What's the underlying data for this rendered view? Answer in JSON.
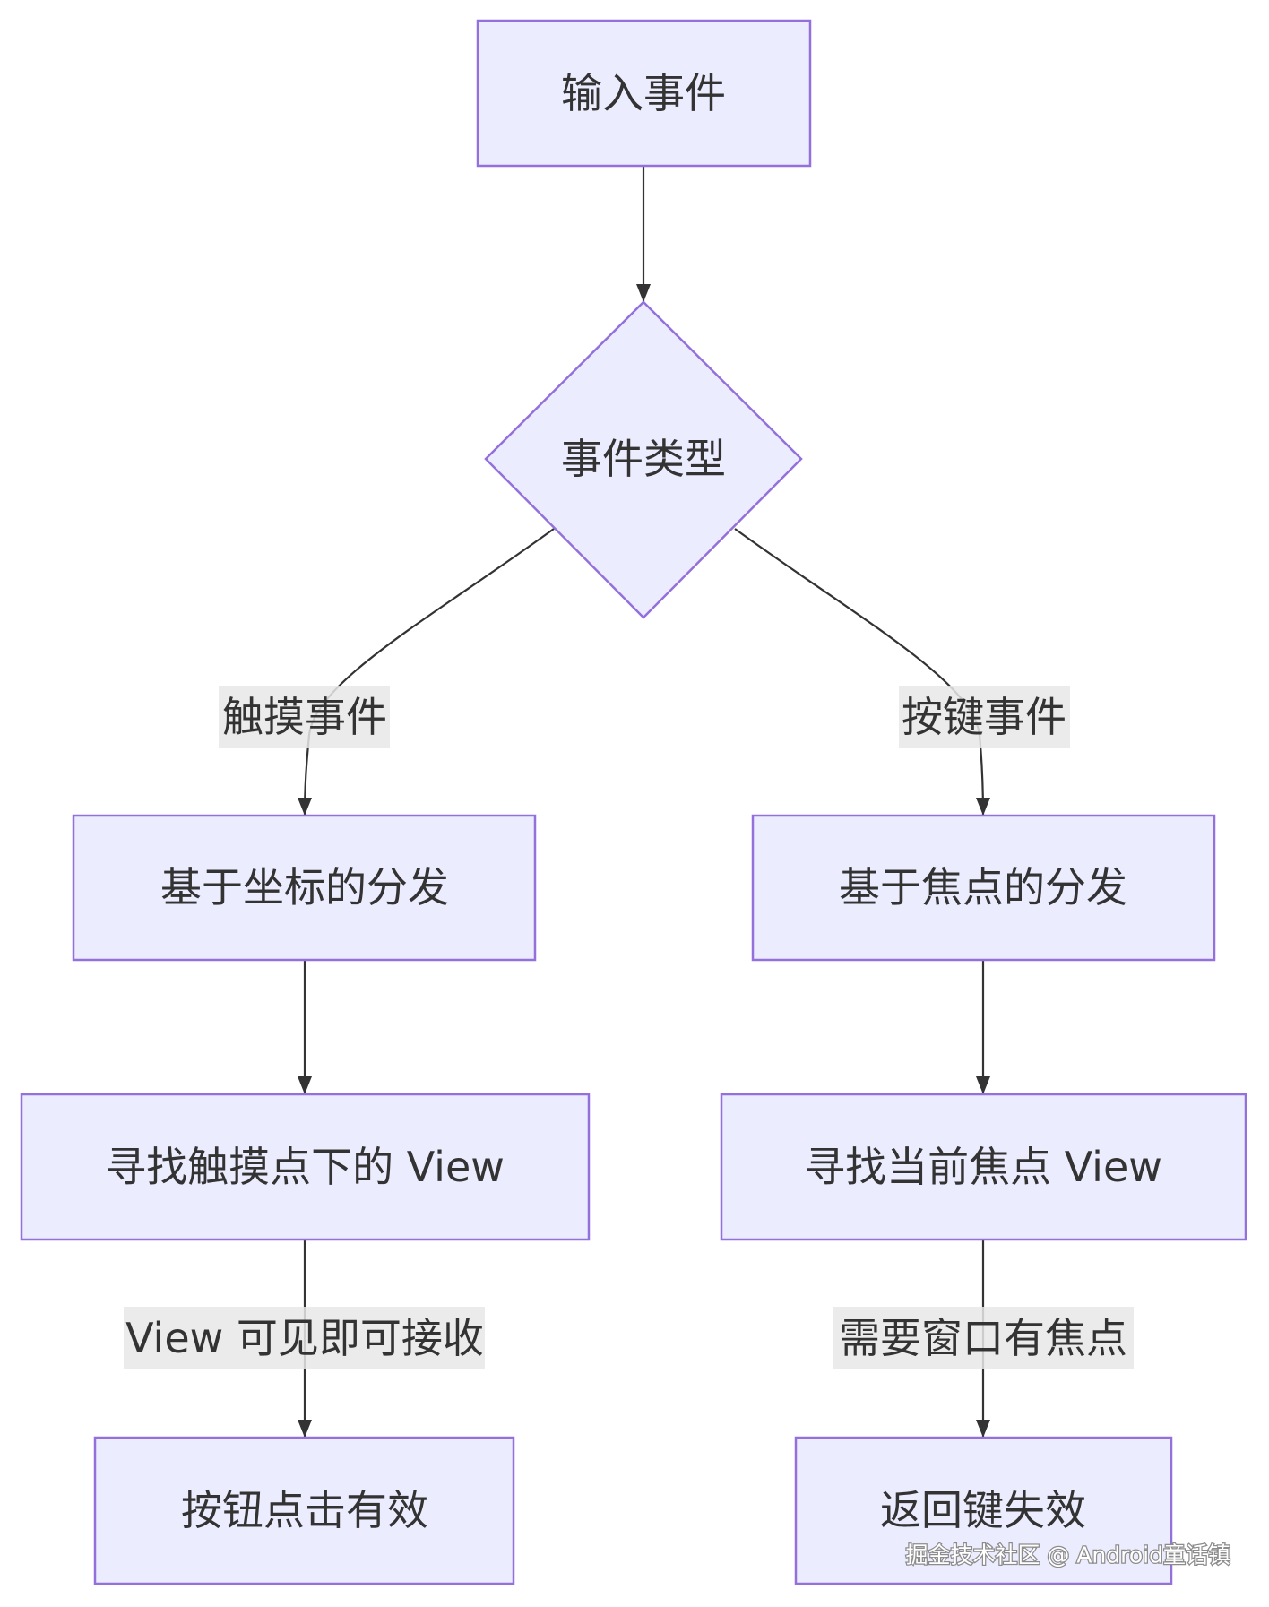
{
  "nodes": {
    "input_event": "输入事件",
    "event_type": "事件类型",
    "coordinate_dispatch": "基于坐标的分发",
    "focus_dispatch": "基于焦点的分发",
    "find_touch_view": "寻找触摸点下的 View",
    "find_focus_view": "寻找当前焦点 View",
    "button_click_valid": "按钮点击有效",
    "back_key_invalid": "返回键失效"
  },
  "edges": {
    "touch_event": "触摸事件",
    "key_event": "按键事件",
    "view_visible_receive": "View 可见即可接收",
    "need_window_focus": "需要窗口有焦点"
  },
  "watermark": "掘金技术社区 @ Android童话镇",
  "colors": {
    "node_fill": "#ECECFF",
    "node_stroke": "#9370DB",
    "text": "#333333",
    "edge": "#333333",
    "edge_label_bg": "#e8e8e8"
  }
}
